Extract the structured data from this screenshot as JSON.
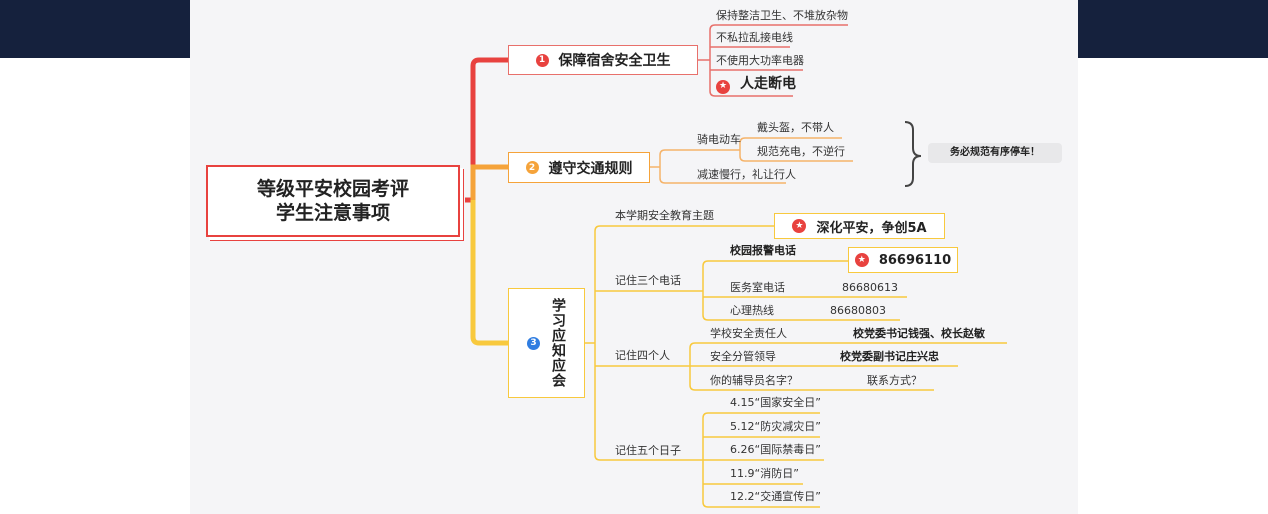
{
  "root": {
    "line1": "等级平安校园考评",
    "line2": "学生注意事项"
  },
  "branch1": {
    "num": "1",
    "label": "保障宿舍安全卫生",
    "items": [
      "保持整洁卫生、不堆放杂物",
      "不私拉乱接电线",
      "不使用大功率电器"
    ],
    "highlight": "人走断电"
  },
  "branch2": {
    "num": "2",
    "label": "遵守交通规则",
    "ride": "骑电动车",
    "ride_items": [
      "戴头盔，不带人",
      "规范充电，不逆行"
    ],
    "slow": "减速慢行，礼让行人",
    "callout": "务必规范有序停车！"
  },
  "branch3": {
    "num": "3",
    "label": "学习应知应会",
    "theme": {
      "label": "本学期安全教育主题",
      "value": "深化平安，争创5A"
    },
    "phones": {
      "label": "记住三个电话",
      "alarm_label": "校园报警电话",
      "alarm": "86696110",
      "items": [
        {
          "name": "医务室电话",
          "value": "86680613"
        },
        {
          "name": "心理热线",
          "value": "86680803"
        }
      ]
    },
    "people": {
      "label": "记住四个人",
      "items": [
        {
          "name": "学校安全责任人",
          "value": "校党委书记钱强、校长赵敏"
        },
        {
          "name": "安全分管领导",
          "value": "校党委副书记庄兴忠"
        },
        {
          "name": "你的辅导员名字？",
          "value": "联系方式？"
        }
      ]
    },
    "days": {
      "label": "记住五个日子",
      "items": [
        "4.15“国家安全日”",
        "5.12“防灾减灾日”",
        "6.26“国际禁毒日”",
        "11.9“消防日”",
        "12.2“交通宣传日”"
      ]
    }
  },
  "colors": {
    "red": "#e8423f",
    "orange": "#f5a33a",
    "yellow": "#f8c93e",
    "navy": "#15213d"
  }
}
